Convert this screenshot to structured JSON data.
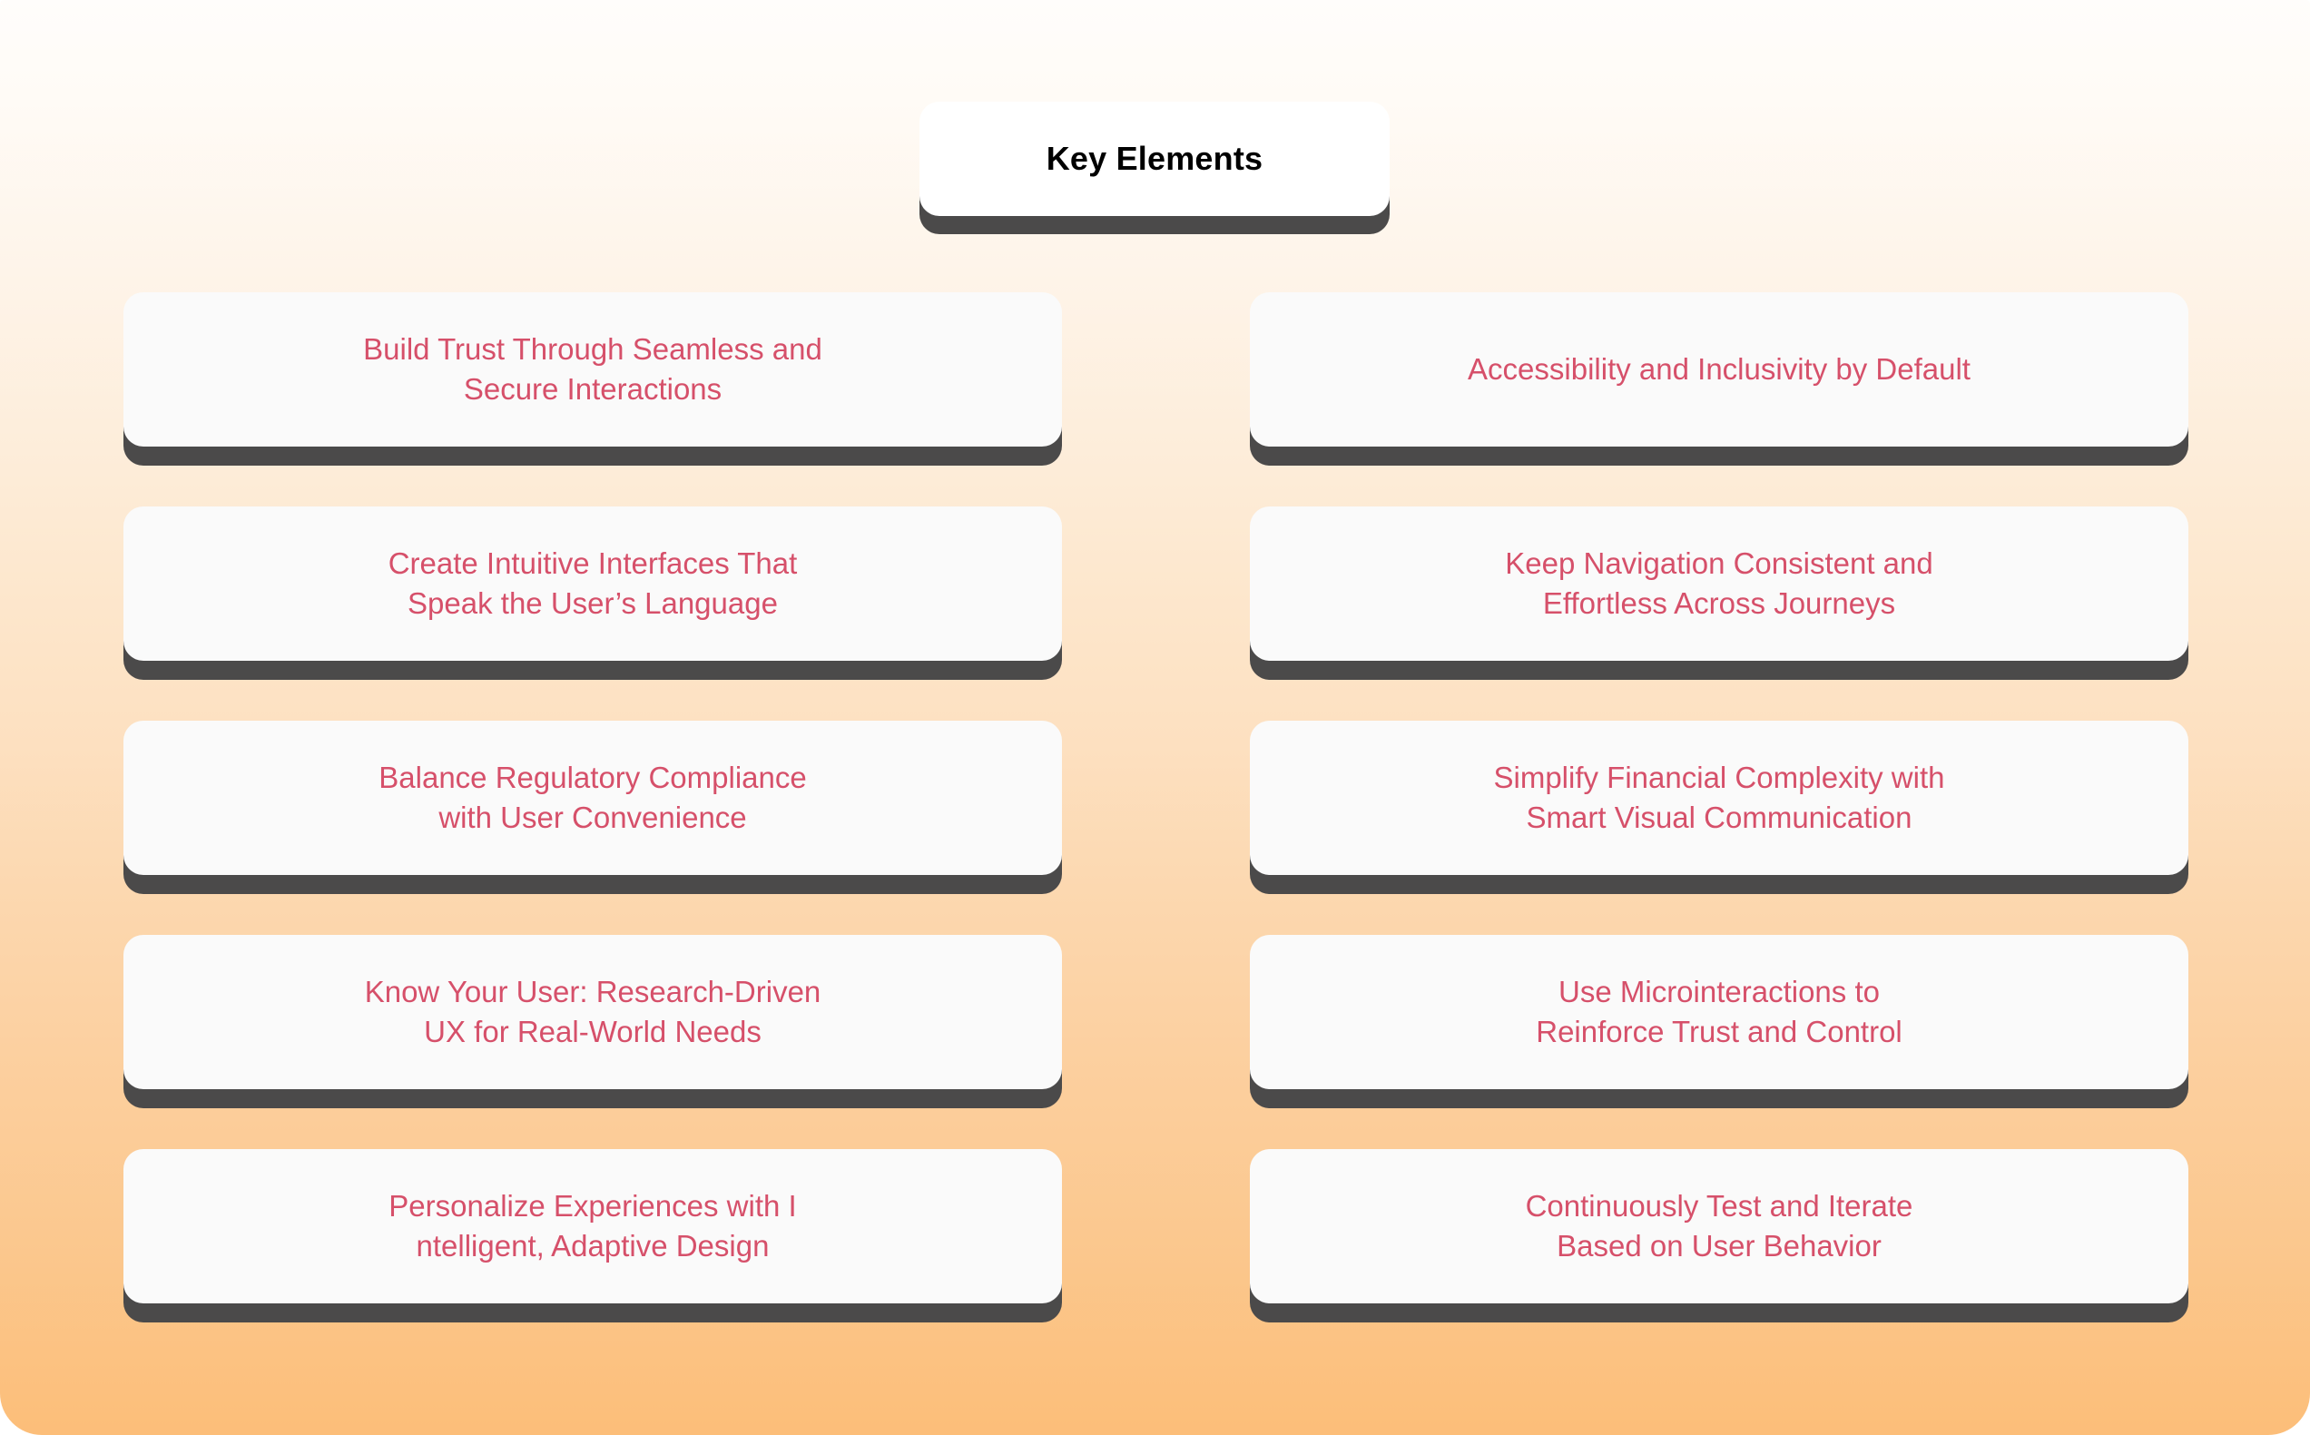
{
  "header": {
    "title": "Key Elements"
  },
  "theme": {
    "accent_text": "#d6506a",
    "card_background": "#fafafa",
    "header_card_background": "#ffffff",
    "shadow": "#4b4a4a",
    "background_top": "#fffdfb",
    "background_bottom": "#fcbe79"
  },
  "columns": {
    "left": [
      {
        "label": "Build Trust Through Seamless and\nSecure Interactions"
      },
      {
        "label": "Create Intuitive Interfaces That\nSpeak the User’s Language"
      },
      {
        "label": "Balance Regulatory Compliance\nwith User Convenience"
      },
      {
        "label": "Know Your User: Research-Driven\nUX for Real-World Needs"
      },
      {
        "label": "Personalize Experiences with I\nntelligent, Adaptive Design"
      }
    ],
    "right": [
      {
        "label": "Accessibility and Inclusivity by Default"
      },
      {
        "label": "Keep Navigation Consistent and\nEffortless Across Journeys"
      },
      {
        "label": "Simplify Financial Complexity with\nSmart Visual Communication"
      },
      {
        "label": "Use Microinteractions to\nReinforce Trust and Control"
      },
      {
        "label": "Continuously Test and Iterate\nBased on User Behavior"
      }
    ]
  }
}
